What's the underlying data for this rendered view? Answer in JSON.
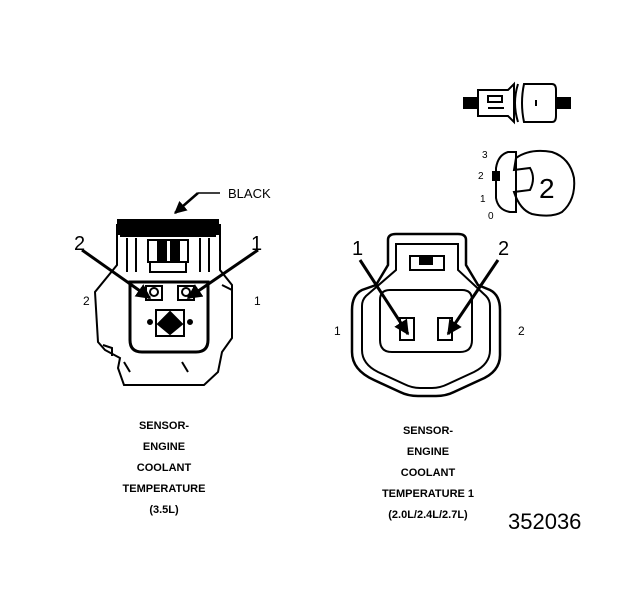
{
  "figure_number": "352036",
  "left_connector": {
    "wire_color_label": "BLACK",
    "pin_callouts": [
      "2",
      "1"
    ],
    "side_labels": [
      "2",
      "1"
    ],
    "caption_lines": [
      "SENSOR-",
      "ENGINE",
      "COOLANT",
      "TEMPERATURE",
      "(3.5L)"
    ]
  },
  "right_connector": {
    "pin_callouts": [
      "1",
      "2"
    ],
    "side_labels": [
      "1",
      "2"
    ],
    "caption_lines": [
      "SENSOR-",
      "ENGINE",
      "COOLANT",
      "TEMPERATURE 1",
      "(2.0L/2.4L/2.7L)"
    ]
  },
  "inset": {
    "scale_labels": [
      "3",
      "2",
      "1",
      "0"
    ],
    "cap_label": "2"
  }
}
